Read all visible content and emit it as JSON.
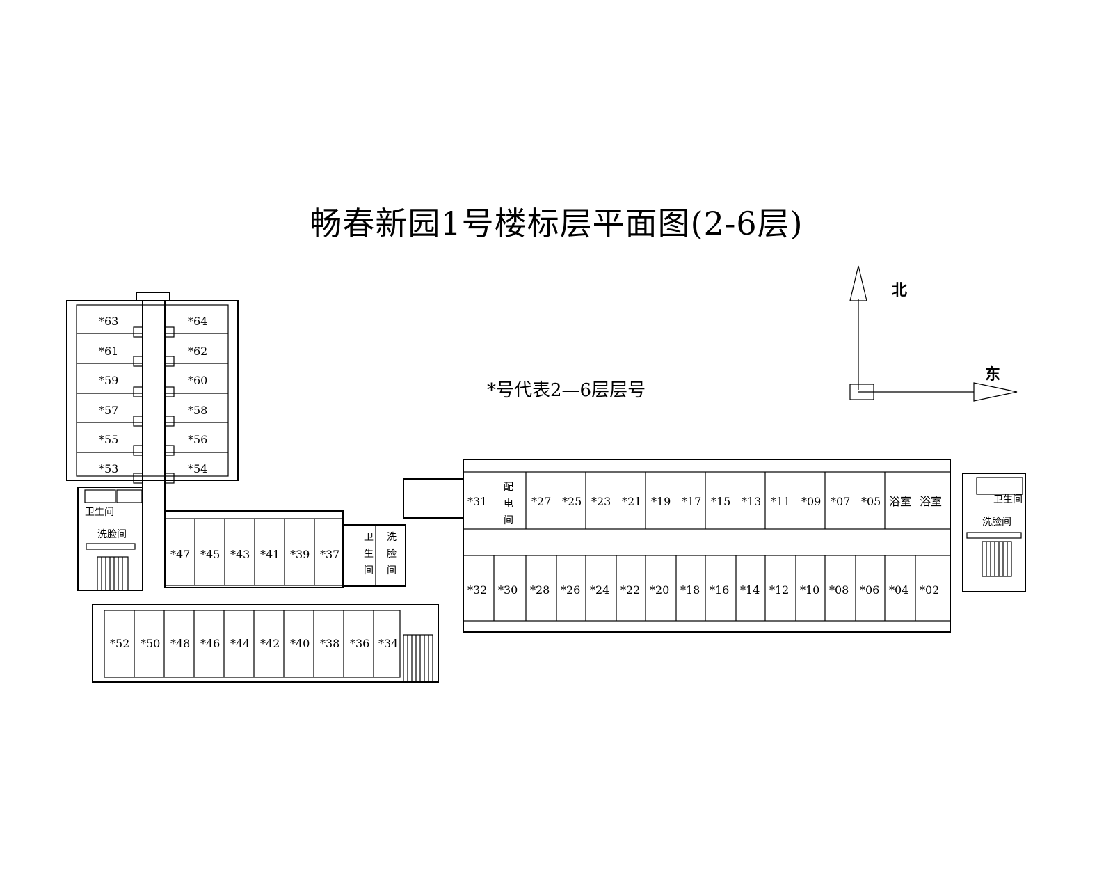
{
  "title": "畅春新园1号楼标层平面图(2-6层)",
  "note": "*号代表2—6层层号",
  "compass": {
    "north": "北",
    "east": "东"
  },
  "rooms": {
    "west_wing": [
      "*63",
      "*64",
      "*61",
      "*62",
      "*59",
      "*60",
      "*57",
      "*58",
      "*55",
      "*56",
      "*53",
      "*54"
    ],
    "middle_north": [
      "*47",
      "*45",
      "*43",
      "*41",
      "*39",
      "*37"
    ],
    "middle_south": [
      "*52",
      "*50",
      "*48",
      "*46",
      "*44",
      "*42",
      "*40",
      "*38",
      "*36",
      "*34"
    ],
    "east_north": [
      "*31",
      "*27",
      "*25",
      "*23",
      "*21",
      "*19",
      "*17",
      "*15",
      "*13",
      "*11",
      "*09",
      "*07",
      "*05"
    ],
    "east_south": [
      "*32",
      "*30",
      "*28",
      "*26",
      "*24",
      "*22",
      "*20",
      "*18",
      "*16",
      "*14",
      "*12",
      "*10",
      "*08",
      "*06",
      "*04",
      "*02"
    ]
  },
  "facilities": {
    "toilet": "卫生间",
    "washroom": "洗脸间",
    "toilet_v": [
      "卫",
      "生",
      "间"
    ],
    "washroom_v": [
      "洗",
      "脸",
      "间"
    ],
    "power_room_v": [
      "配",
      "电",
      "间"
    ],
    "bath": "浴室"
  }
}
